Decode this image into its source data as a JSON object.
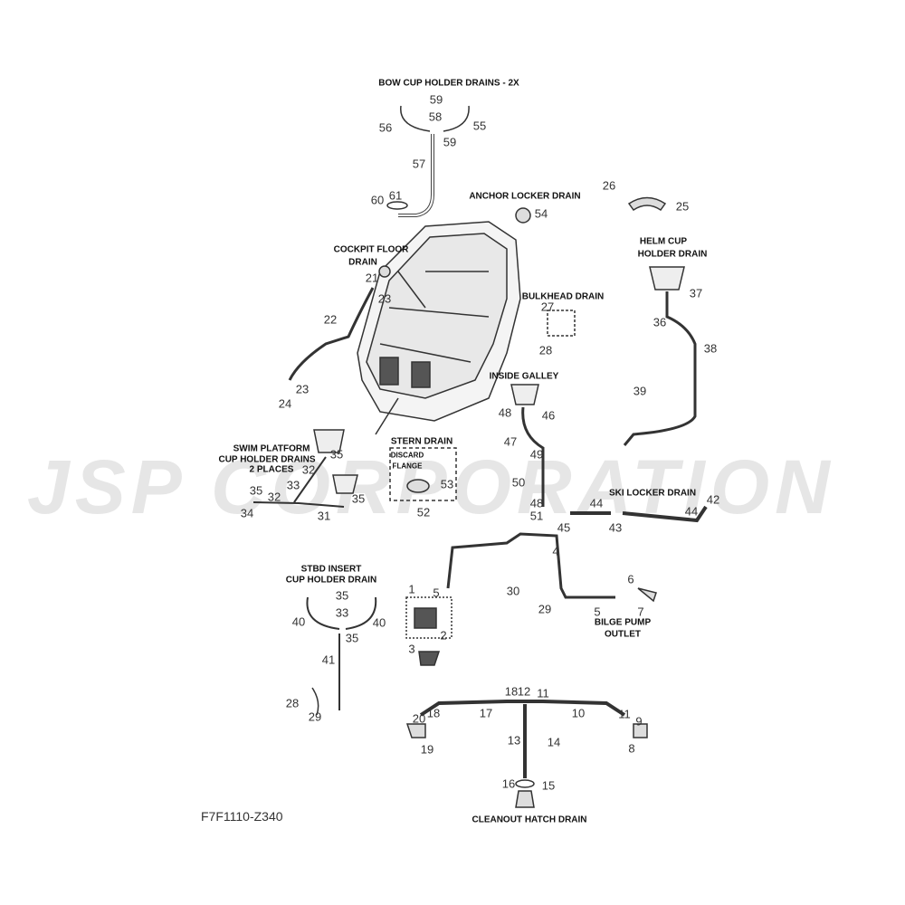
{
  "watermark": "JSP CORPORATION",
  "drawing_code": "F7F1110-Z340",
  "headings": {
    "bow": "BOW CUP HOLDER DRAINS - 2X",
    "anchor": "ANCHOR LOCKER DRAIN",
    "cockpit_1": "COCKPIT FLOOR",
    "cockpit_2": "DRAIN",
    "helm_1": "HELM CUP",
    "helm_2": "HOLDER DRAIN",
    "bulkhead": "BULKHEAD DRAIN",
    "galley": "INSIDE GALLEY",
    "stern": "STERN DRAIN",
    "discard_1": "DISCARD",
    "discard_2": "FLANGE",
    "swim_1": "SWIM PLATFORM",
    "swim_2": "CUP HOLDER DRAINS",
    "swim_3": "2 PLACES",
    "ski": "SKI LOCKER DRAIN",
    "stbd_1": "STBD INSERT",
    "stbd_2": "CUP HOLDER DRAIN",
    "bilge_1": "BILGE PUMP",
    "bilge_2": "OUTLET",
    "cleanout": "CLEANOUT HATCH DRAIN"
  },
  "callouts": [
    "59",
    "58",
    "56",
    "55",
    "59",
    "57",
    "60",
    "61",
    "54",
    "26",
    "25",
    "21",
    "23",
    "22",
    "23",
    "24",
    "37",
    "36",
    "38",
    "27",
    "28",
    "39",
    "48",
    "46",
    "47",
    "49",
    "50",
    "48",
    "51",
    "52",
    "53",
    "35",
    "32",
    "33",
    "35",
    "32",
    "34",
    "31",
    "35",
    "44",
    "45",
    "43",
    "44",
    "42",
    "4",
    "5",
    "1",
    "2",
    "30",
    "29",
    "6",
    "5",
    "7",
    "3",
    "35",
    "33",
    "40",
    "40",
    "35",
    "41",
    "28",
    "29",
    "18",
    "12",
    "11",
    "20",
    "18",
    "17",
    "10",
    "11",
    "9",
    "8",
    "19",
    "13",
    "14",
    "16",
    "15"
  ]
}
